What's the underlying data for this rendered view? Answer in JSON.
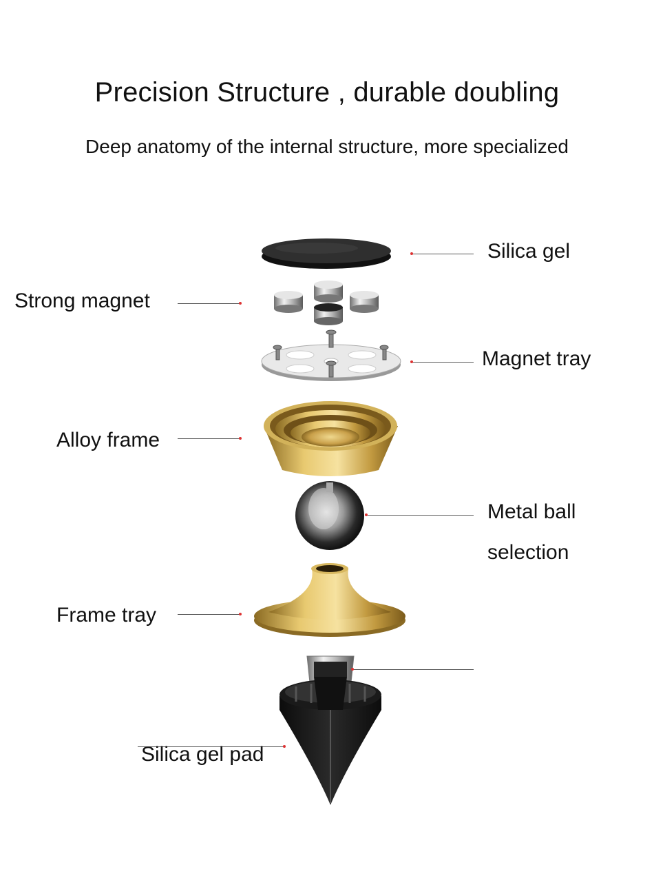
{
  "header": {
    "title": "Precision Structure , durable doubling",
    "subtitle": "Deep anatomy of the internal structure, more specialized"
  },
  "callouts": {
    "silica_gel": "Silica gel",
    "strong_magnet": "Strong magnet",
    "magnet_tray": "Magnet tray",
    "alloy_frame": "Alloy frame",
    "metal_ball_line1": "Metal ball",
    "metal_ball_line2": "selection",
    "frame_tray": "Frame tray",
    "silica_gel_pad": "Silica gel pad"
  },
  "colors": {
    "text": "#111111",
    "leader": "#555555",
    "marker": "#dd3333",
    "gold": "#c9a64a",
    "dark": "#1a1a1a"
  }
}
